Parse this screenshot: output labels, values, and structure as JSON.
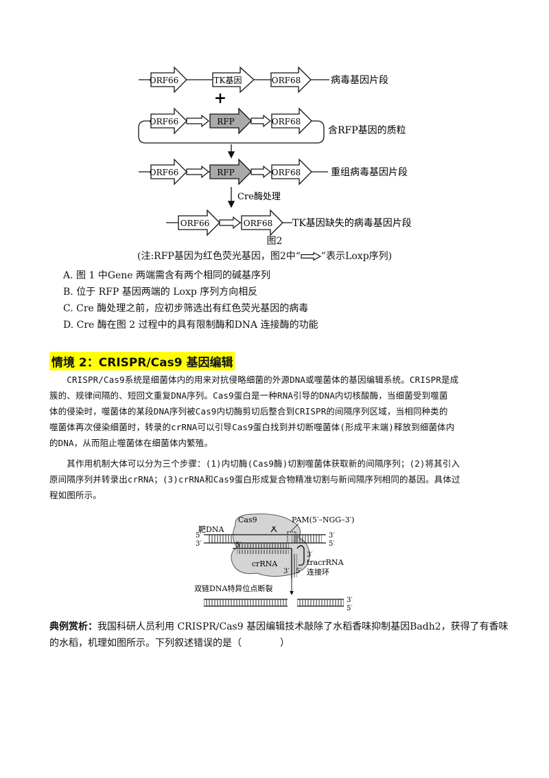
{
  "figure2": {
    "row1": {
      "box1": "ORF66",
      "box2": "TK基因",
      "box3": "ORF68",
      "label": "病毒基因片段"
    },
    "plus": "+",
    "row2": {
      "box1": "ORF66",
      "box2": "RFP",
      "box3": "ORF68",
      "label": "含RFP基因的质粒"
    },
    "row3": {
      "box1": "ORF66",
      "box2": "RFP",
      "box3": "ORF68",
      "label": "重组病毒基因片段"
    },
    "process": "Cre酶处理",
    "row4": {
      "box1": "ORF66",
      "box2": "ORF68",
      "label": "TK基因缺失的病毒基因片段"
    },
    "title": "图2",
    "note_prefix": "(注:RFP基因为红色荧光基因，图2中“",
    "note_suffix": "”表示Loxp序列)"
  },
  "options": [
    "A. 图 1 中Gene 两端需含有两个相同的碱基序列",
    "B. 位于 RFP 基因两端的 Loxp 序列方向相反",
    "C. Cre 酶处理之前，应初步筛选出有红色荧光基因的病毒",
    "D. Cre 酶在图 2 过程中的具有限制酶和DNA 连接酶的功能"
  ],
  "section": {
    "title": "情境 2：CRISPR/Cas9 基因编辑"
  },
  "paragraph1": [
    "　　CRISPR/Cas9系统是细菌体内的用来对抗侵略细菌的外源DNA或噬菌体的基因编辑系统。CRISPR是成",
    "簇的、规律间隔的、短回文重复DNA序列。Cas9蛋白是一种RNA引导的DNA内切核酸酶，当细菌受到噬菌",
    "体的侵染时，噬菌体的某段DNA序列被Cas9内切酶剪切后整合到CRISPR的间隔序列区域，当相同种类的",
    "噬菌体再次侵染细菌时，转录的crRNA可以引导Cas9蛋白找到并切断噬菌体(形成平末端)释放到细菌体内",
    "的DNA，从而阻止噬菌体在细菌体内繁殖。"
  ],
  "paragraph2": [
    "　　其作用机制大体可以分为三个步骤：(1)内切酶(Cas9酶)切割噬菌体获取新的间隔序列；(2)将其引入",
    "原间隔序列并转录出crRNA；(3)crRNA和Cas9蛋白形成复合物精准切割与新间隔序列相同的基因。具体过",
    "程如图所示。"
  ],
  "figure3": {
    "cas9": "Cas9",
    "pam": "PAM(5′–NGG–3′)",
    "target_dna": "靶DNA",
    "five_prime": "5′",
    "three_prime": "3′",
    "crrna": "crRNA",
    "tracrrna": "tracrRNA",
    "linker": "连接环",
    "cleavage": "双链DNA特异位点断裂"
  },
  "example": {
    "label": "典例赏析：",
    "line1": "我国科研人员利用 CRISPR/Cas9 基因编辑技术敲除了水稻香味抑制基因Badh2，获得了有香味",
    "line2": "的水稻，机理如图所示。下列叙述错误的是（　　　　）"
  },
  "colors": {
    "highlight": "#ffff00",
    "rfp_fill": "#a9a9a9",
    "cas9_fill": "#d4d4d4"
  }
}
